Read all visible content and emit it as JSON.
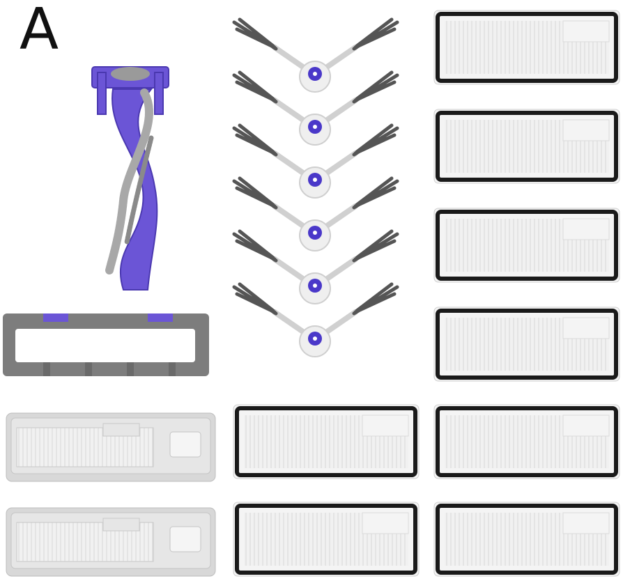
{
  "panel_label": "A",
  "colors": {
    "brush_purple": "#6b55d6",
    "brush_purple_dark": "#4a38b0",
    "bristle_gray": "#8a8a8a",
    "frame_gray": "#7d7d7d",
    "filter_pleat": "#e9e9e9",
    "filter_frame_black": "#1a1a1a",
    "housing_light": "#d8d8d8",
    "hub_white": "#efefef"
  },
  "items": {
    "roller_brush_count": 1,
    "brush_guard_count": 1,
    "side_brush_count": 6,
    "black_frame_filter_count": 8,
    "housing_filter_count": 2
  }
}
